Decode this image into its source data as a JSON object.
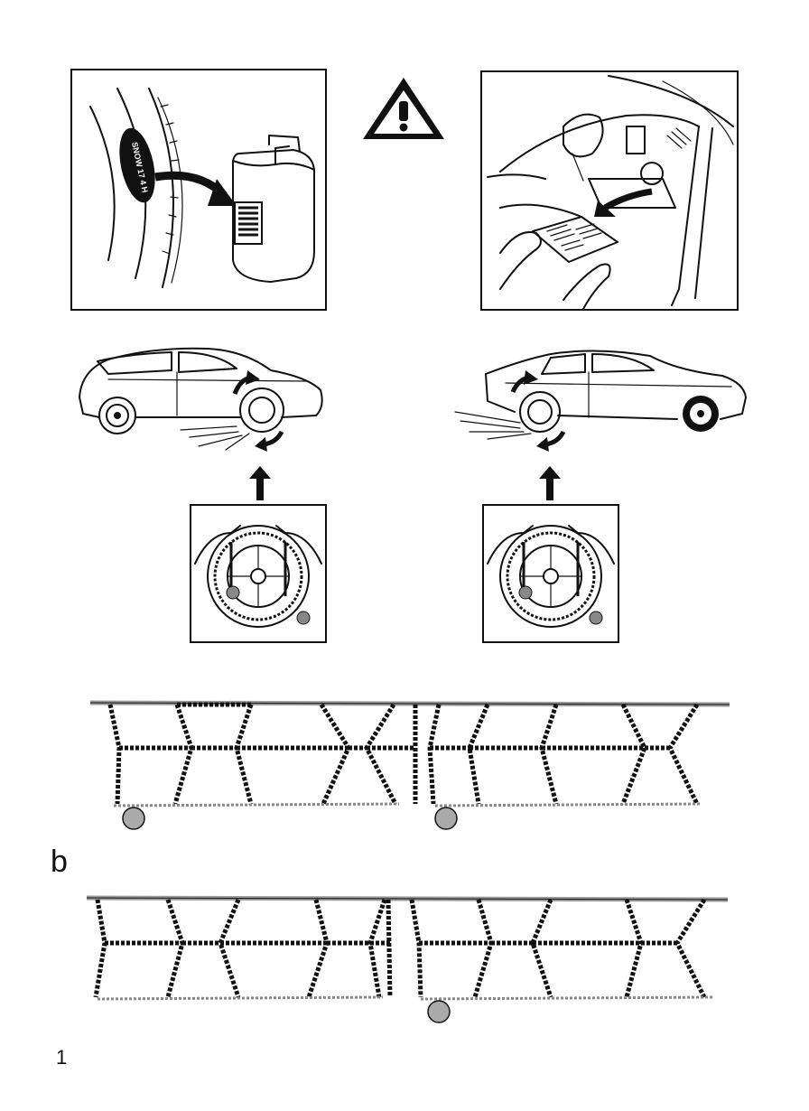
{
  "labels": {
    "section_b": "b",
    "page_number": "1"
  },
  "tire_marking": "SNOW 17 4 H",
  "icons": {
    "warning": "warning-triangle-icon",
    "arrow_up": "arrow-up-icon"
  },
  "colors": {
    "ink": "#111111",
    "paper": "#ffffff",
    "chain_gray": "#9a9a9a"
  }
}
